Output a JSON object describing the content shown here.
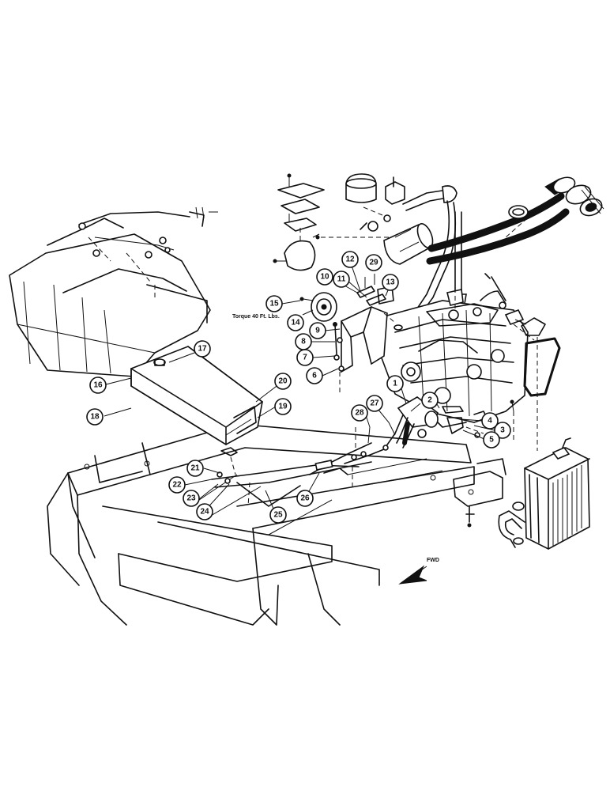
{
  "diagram": {
    "torque_note": "Torque 40 Ft. Lbs.",
    "direction_label": "FWD",
    "callouts": [
      "1",
      "2",
      "3",
      "4",
      "5",
      "6",
      "7",
      "8",
      "9",
      "10",
      "11",
      "12",
      "13",
      "14",
      "15",
      "16",
      "17",
      "18",
      "19",
      "20",
      "21",
      "22",
      "23",
      "24",
      "25",
      "26",
      "27",
      "28",
      "29"
    ]
  }
}
